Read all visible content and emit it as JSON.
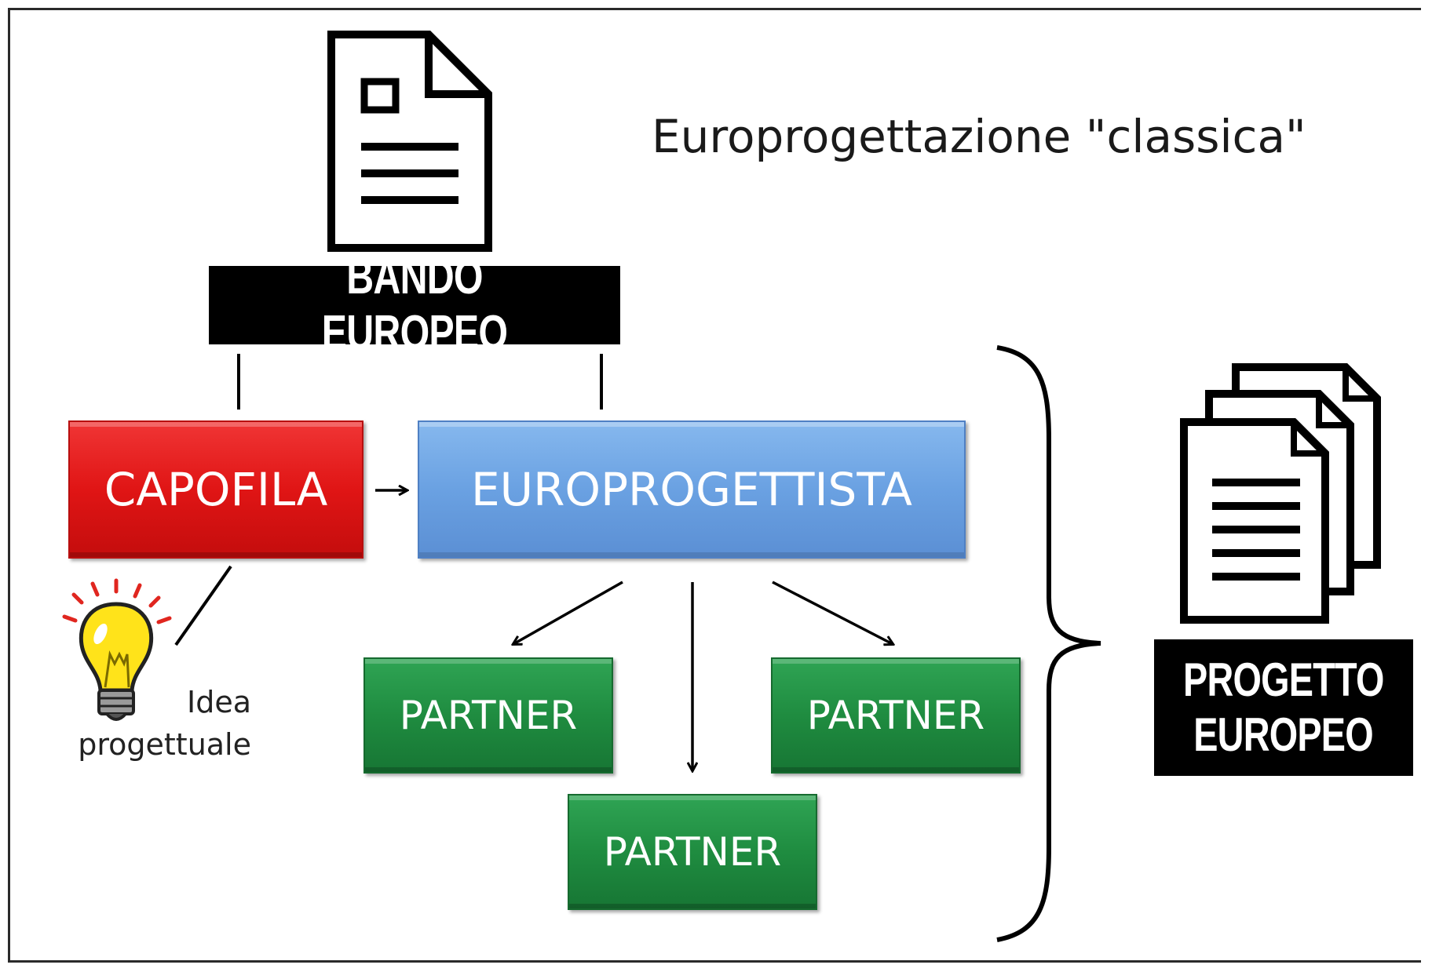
{
  "title": "Europrogettazione \"classica\"",
  "bando": "BANDO EUROPEO",
  "capofila": "CAPOFILA",
  "europrogettista": "EUROPROGETTISTA",
  "partners": [
    "PARTNER",
    "PARTNER",
    "PARTNER"
  ],
  "idea": {
    "line1": "Idea",
    "line2": "progettuale"
  },
  "progetto": {
    "line1": "PROGETTO",
    "line2": "EUROPEO"
  },
  "colors": {
    "capofila": "#e01515",
    "europrogettista": "#6aa1e2",
    "partner": "#1f8c40",
    "label": "#000000"
  },
  "icons": [
    "document-icon",
    "documents-stack-icon",
    "lightbulb-icon"
  ]
}
